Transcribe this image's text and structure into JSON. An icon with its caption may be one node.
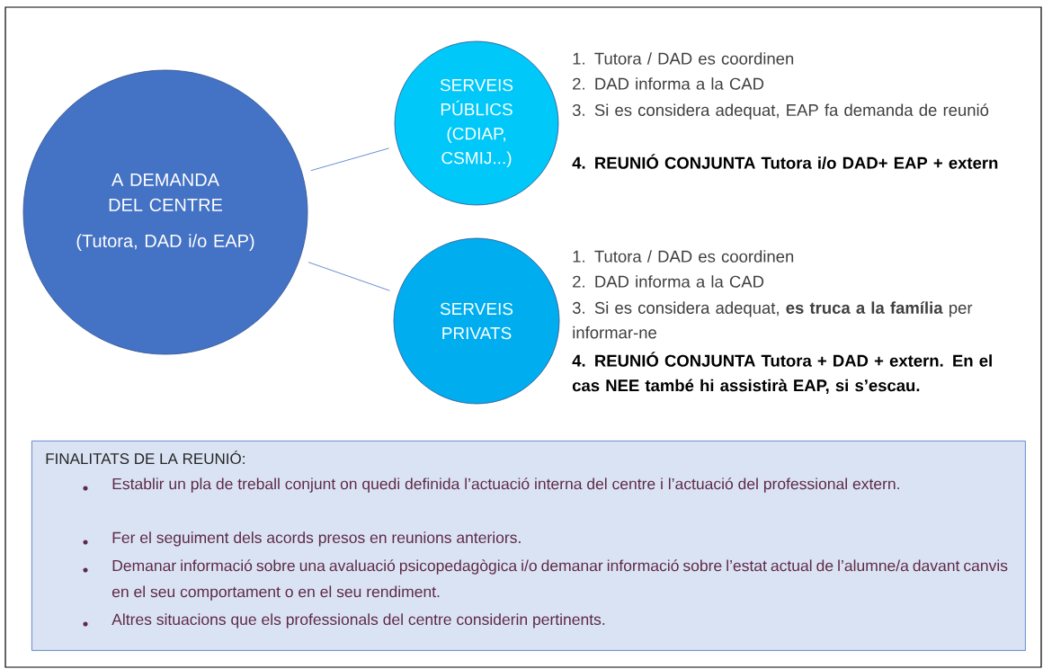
{
  "diagram": {
    "nodes": [
      {
        "text": [
          "A DEMANDA DEL CENTRE",
          "(Tutora, DAD i/o EAP)"
        ]
      },
      {
        "text": [
          "SERVEIS PÚBLICS (CDIAP, CSMIJ...)"
        ],
        "beside": [
          "1. Tutora / DAD es coordinen",
          "2. DAD informa a la CAD",
          "3. Si es considera adequat, EAP fa demanda de reunió",
          "4. REUNIÓ CONJUNTA Tutora i/o DAD+ EAP + extern"
        ]
      },
      {
        "text": [
          "SERVEIS PRIVATS"
        ],
        "beside": [
          "1. Tutora / DAD es coordinen",
          "2. DAD informa a la CAD",
          "3. Si es considera adequat, **es truca a la família** per informar-ne",
          "4. REUNIÓ CONJUNTA Tutora + DAD + extern. En el cas NEE també hi assistirà EAP, si s’escau."
        ]
      },
      {
        "text": [
          "FINALITATS DE LA REUNIÓ:",
          "Establir un pla de treball conjunt on quedi definida l’actuació interna del centre i l’actuació del professional extern.",
          "Fer el seguiment dels acords presos en reunions anteriors.",
          "Demanar informació sobre una avaluació psicopedagògica i/o demanar informació sobre l’estat actual de l’alumne/a davant canvis en el seu comportament o en el seu rendiment.",
          "Altres situacions que els professionals del centre considerin pertinents."
        ]
      }
    ],
    "edges": [
      {
        "from": 0,
        "to": 1,
        "arrow": "none"
      },
      {
        "from": 0,
        "to": 2,
        "arrow": "none"
      }
    ]
  }
}
